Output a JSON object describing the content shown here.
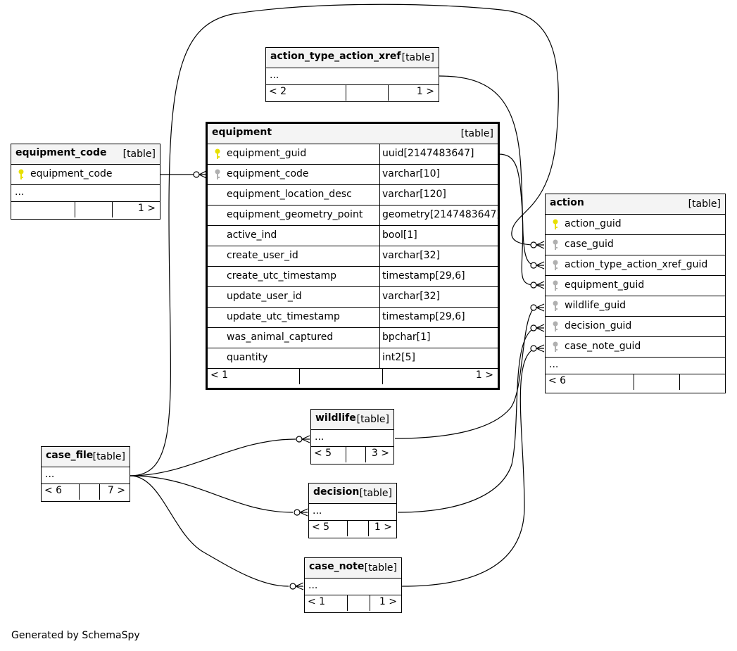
{
  "credit": "Generated by SchemaSpy",
  "tables": {
    "action_type_action_xref": {
      "name": "action_type_action_xref",
      "kind": "[table]",
      "ellipsis": "...",
      "parents": "< 2",
      "children": "1 >"
    },
    "equipment_code": {
      "name": "equipment_code",
      "kind": "[table]",
      "column": "equipment_code",
      "ellipsis": "...",
      "children": "1 >"
    },
    "equipment": {
      "name": "equipment",
      "kind": "[table]",
      "columns": [
        {
          "name": "equipment_guid",
          "type": "uuid[2147483647]",
          "key": "primary"
        },
        {
          "name": "equipment_code",
          "type": "varchar[10]",
          "key": "foreign"
        },
        {
          "name": "equipment_location_desc",
          "type": "varchar[120]",
          "key": "none"
        },
        {
          "name": "equipment_geometry_point",
          "type": "geometry[2147483647]",
          "key": "none"
        },
        {
          "name": "active_ind",
          "type": "bool[1]",
          "key": "none"
        },
        {
          "name": "create_user_id",
          "type": "varchar[32]",
          "key": "none"
        },
        {
          "name": "create_utc_timestamp",
          "type": "timestamp[29,6]",
          "key": "none"
        },
        {
          "name": "update_user_id",
          "type": "varchar[32]",
          "key": "none"
        },
        {
          "name": "update_utc_timestamp",
          "type": "timestamp[29,6]",
          "key": "none"
        },
        {
          "name": "was_animal_captured",
          "type": "bpchar[1]",
          "key": "none"
        },
        {
          "name": "quantity",
          "type": "int2[5]",
          "key": "none"
        }
      ],
      "parents": "< 1",
      "children": "1 >"
    },
    "action": {
      "name": "action",
      "kind": "[table]",
      "columns": [
        {
          "name": "action_guid",
          "key": "primary"
        },
        {
          "name": "case_guid",
          "key": "foreign"
        },
        {
          "name": "action_type_action_xref_guid",
          "key": "foreign"
        },
        {
          "name": "equipment_guid",
          "key": "foreign"
        },
        {
          "name": "wildlife_guid",
          "key": "foreign"
        },
        {
          "name": "decision_guid",
          "key": "foreign"
        },
        {
          "name": "case_note_guid",
          "key": "foreign"
        }
      ],
      "ellipsis": "...",
      "parents": "< 6"
    },
    "wildlife": {
      "name": "wildlife",
      "kind": "[table]",
      "ellipsis": "...",
      "parents": "< 5",
      "children": "3 >"
    },
    "case_file": {
      "name": "case_file",
      "kind": "[table]",
      "ellipsis": "...",
      "parents": "< 6",
      "children": "7 >"
    },
    "decision": {
      "name": "decision",
      "kind": "[table]",
      "ellipsis": "...",
      "parents": "< 5",
      "children": "1 >"
    },
    "case_note": {
      "name": "case_note",
      "kind": "[table]",
      "ellipsis": "...",
      "parents": "< 1",
      "children": "1 >"
    }
  },
  "colors": {
    "primary_key": "#e8e000",
    "foreign_key": "#b0b0b0",
    "header_bg": "#f4f4f4"
  }
}
